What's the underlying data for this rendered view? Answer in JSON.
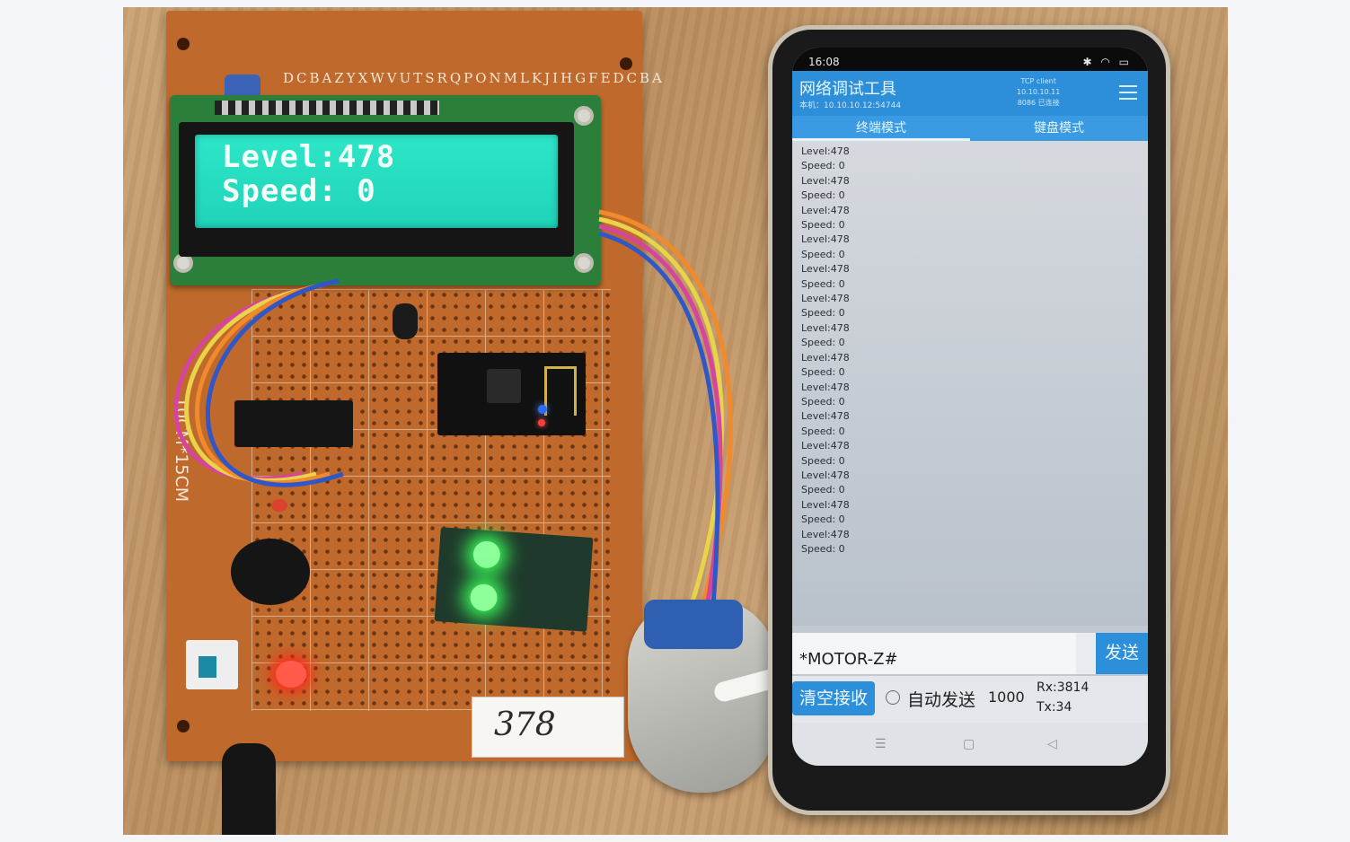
{
  "board": {
    "letters": "DCBAZYXWVUTSRQPONMLKJIHGFEDCBA",
    "size_label": "10CM*15CM",
    "handwritten_label": "378"
  },
  "lcd": {
    "line1": "Level:478",
    "line2": "Speed: 0"
  },
  "phone": {
    "status_time": "16:08",
    "app_title": "网络调试工具",
    "app_subtitle": "本机：10.10.10.12:54744",
    "connection_info": [
      "TCP client",
      "10.10.10.11",
      "8086 已连接"
    ],
    "tabs": [
      {
        "label": "终端模式",
        "active": true
      },
      {
        "label": "键盘模式",
        "active": false
      }
    ],
    "log": [
      "Level:478",
      "Speed: 0",
      "Level:478",
      "Speed: 0",
      "Level:478",
      "Speed: 0",
      "Level:478",
      "Speed: 0",
      "Level:478",
      "Speed: 0",
      "Level:478",
      "Speed: 0",
      "Level:478",
      "Speed: 0",
      "Level:478",
      "Speed: 0",
      "Level:478",
      "Speed: 0",
      "Level:478",
      "Speed: 0",
      "Level:478",
      "Speed: 0",
      "Level:478",
      "Speed: 0",
      "Level:478",
      "Speed: 0",
      "Level:478",
      "Speed: 0"
    ],
    "send_input_value": "*MOTOR-Z#",
    "send_button": "发送",
    "clear_button": "清空接收",
    "auto_send_label": "自动发送",
    "auto_send_interval": "1000",
    "rx_label": "Rx:3814",
    "tx_label": "Tx:34"
  },
  "colors": {
    "accent": "#2d8fd9",
    "lcd_backlight": "#2ee6c8",
    "pcb": "#bf6a2c"
  }
}
